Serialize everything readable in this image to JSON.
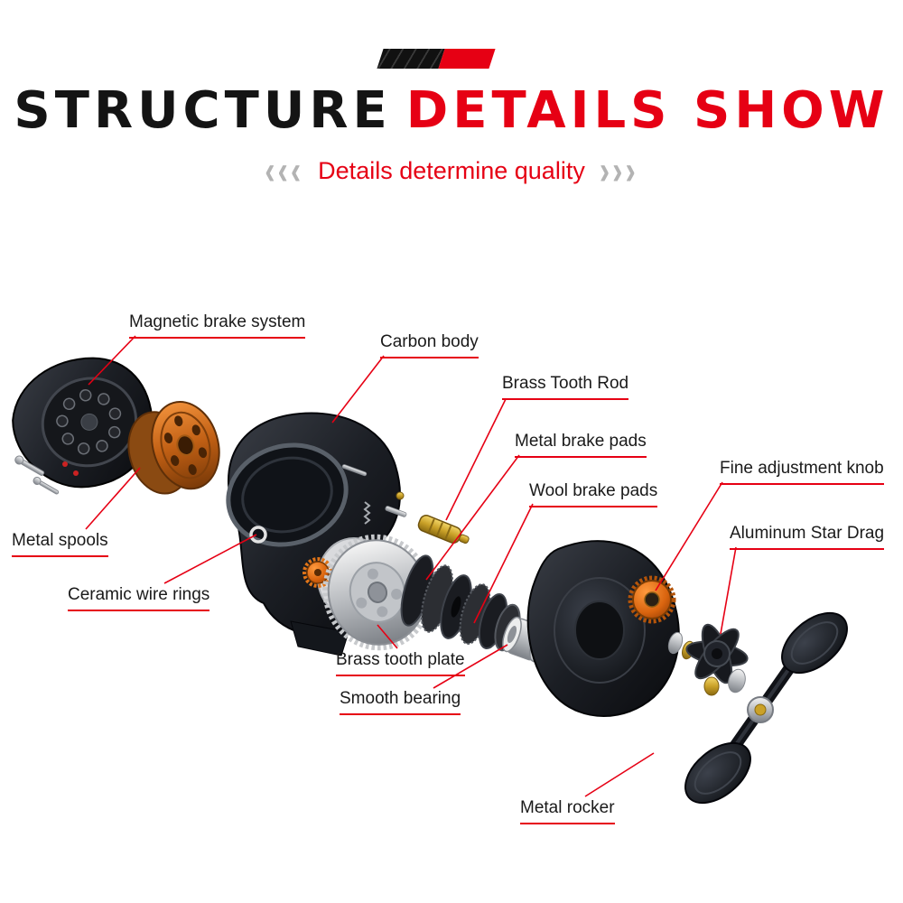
{
  "header": {
    "title_black": "STRUCTURE",
    "title_red": "DETAILS SHOW",
    "subtitle": "Details determine quality",
    "chevrons_left": "‹‹‹",
    "chevrons_right": "›››"
  },
  "colors": {
    "accent_red": "#e60014",
    "title_black": "#141414",
    "spool_copper": "#c66a1c",
    "knob_orange": "#e07418"
  },
  "labels": [
    {
      "id": "magnetic-brake-system",
      "text": "Magnetic brake system"
    },
    {
      "id": "carbon-body",
      "text": "Carbon body"
    },
    {
      "id": "brass-tooth-rod",
      "text": "Brass Tooth Rod"
    },
    {
      "id": "metal-brake-pads",
      "text": "Metal brake pads"
    },
    {
      "id": "wool-brake-pads",
      "text": "Wool brake pads"
    },
    {
      "id": "fine-adjustment-knob",
      "text": "Fine adjustment knob"
    },
    {
      "id": "aluminum-star-drag",
      "text": "Aluminum Star Drag"
    },
    {
      "id": "metal-spools",
      "text": "Metal spools"
    },
    {
      "id": "ceramic-wire-rings",
      "text": "Ceramic wire rings"
    },
    {
      "id": "brass-tooth-plate",
      "text": "Brass tooth plate"
    },
    {
      "id": "smooth-bearing",
      "text": "Smooth bearing"
    },
    {
      "id": "metal-rocker",
      "text": "Metal rocker"
    }
  ]
}
